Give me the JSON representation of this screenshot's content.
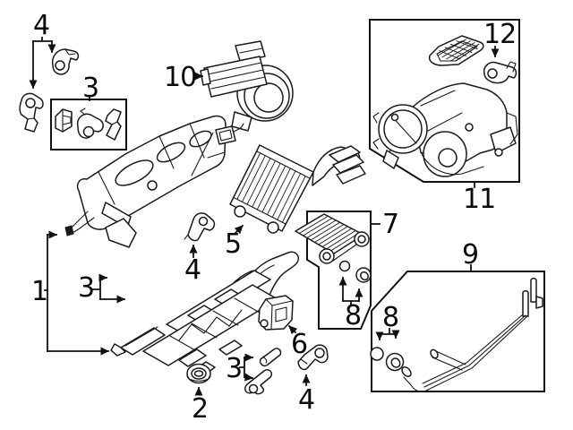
{
  "diagram": {
    "kind": "exploded-parts-diagram",
    "background_color": "#ffffff",
    "line_color": "#1a1a1a",
    "part_numbers_shown": [
      "1",
      "2",
      "3",
      "4",
      "5",
      "6",
      "7",
      "8",
      "9",
      "10",
      "11",
      "12"
    ]
  },
  "callouts": [
    {
      "id": "callout-1",
      "text": "1"
    },
    {
      "id": "callout-2",
      "text": "2"
    },
    {
      "id": "callout-3-box",
      "text": "3"
    },
    {
      "id": "callout-3-mid",
      "text": "3"
    },
    {
      "id": "callout-3-bottom",
      "text": "3"
    },
    {
      "id": "callout-4-top",
      "text": "4"
    },
    {
      "id": "callout-4-mid",
      "text": "4"
    },
    {
      "id": "callout-4-bottom",
      "text": "4"
    },
    {
      "id": "callout-5",
      "text": "5"
    },
    {
      "id": "callout-6",
      "text": "6"
    },
    {
      "id": "callout-7",
      "text": "7"
    },
    {
      "id": "callout-8-evap",
      "text": "8"
    },
    {
      "id": "callout-8-pipes",
      "text": "8"
    },
    {
      "id": "callout-9",
      "text": "9"
    },
    {
      "id": "callout-10",
      "text": "10"
    },
    {
      "id": "callout-11",
      "text": "11"
    },
    {
      "id": "callout-12",
      "text": "12"
    }
  ]
}
